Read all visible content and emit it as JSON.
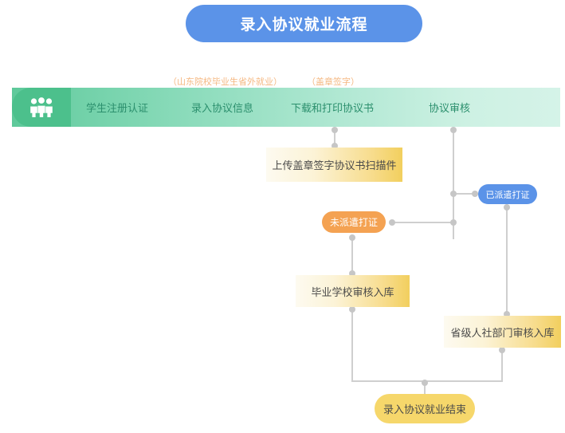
{
  "page": {
    "title": "录入协议就业流程",
    "title_color": "#5b93e8",
    "background": "#ffffff"
  },
  "annotations": [
    {
      "name": "annotation-shandong",
      "text": "（山东院校毕业生省外就业）",
      "color": "#f5b882"
    },
    {
      "name": "annotation-seal-sign",
      "text": "（盖章签字）",
      "color": "#f5b882"
    }
  ],
  "stage_bar": {
    "icon": "people-group-icon",
    "icon_bg": "#4cc08c",
    "gradient_from": "#5ec99a",
    "gradient_to": "#d5f3e8",
    "label_color": "#2b8f6d",
    "steps": [
      {
        "label": "学生注册认证"
      },
      {
        "label": "录入协议信息"
      },
      {
        "label": "下载和打印协议书"
      },
      {
        "label": "协议审核"
      }
    ]
  },
  "nodes": [
    {
      "id": "upload",
      "label": "上传盖章签字协议书扫描件",
      "shape": "box",
      "color": "#f7dc8c"
    },
    {
      "id": "not-dispatched",
      "label": "未派遣打证",
      "shape": "pill",
      "color": "#f4a252",
      "text_color": "#ffffff"
    },
    {
      "id": "dispatched",
      "label": "已派遣打证",
      "shape": "pill",
      "color": "#5b93e8",
      "text_color": "#ffffff"
    },
    {
      "id": "school-review",
      "label": "毕业学校审核入库",
      "shape": "box",
      "color": "#f7dc8c"
    },
    {
      "id": "province-review",
      "label": "省级人社部门审核入库",
      "shape": "box",
      "color": "#f7dc8c"
    },
    {
      "id": "end",
      "label": "录入协议就业结束",
      "shape": "pill",
      "color": "#f6d76b",
      "text_color": "#4a4a4a"
    }
  ],
  "connector": {
    "line_color": "#cfcfcf",
    "dot_color": "#c6c6c6"
  }
}
